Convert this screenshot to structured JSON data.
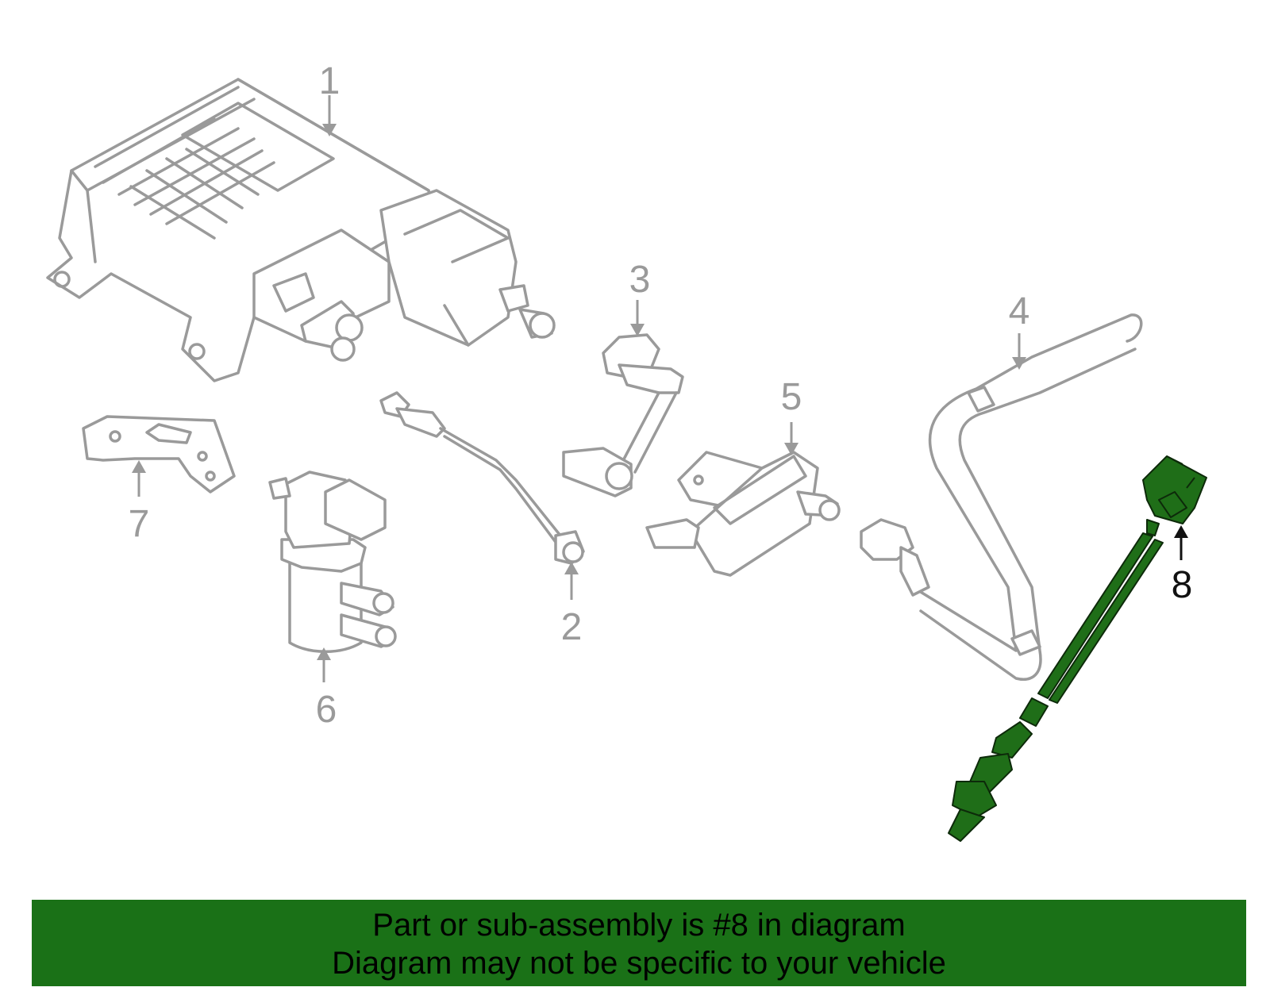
{
  "callouts": {
    "c1": "1",
    "c2": "2",
    "c3": "3",
    "c4": "4",
    "c5": "5",
    "c6": "6",
    "c7": "7",
    "c8": "8"
  },
  "highlighted_part": "8",
  "banner": {
    "line1": "Part or sub-assembly is #8 in diagram",
    "line2": "Diagram may not be specific to your vehicle"
  },
  "colors": {
    "part_outline": "#9a9a9a",
    "highlight_part": "#1f6e18",
    "banner_background": "#1a7117",
    "banner_text": "#000000"
  }
}
